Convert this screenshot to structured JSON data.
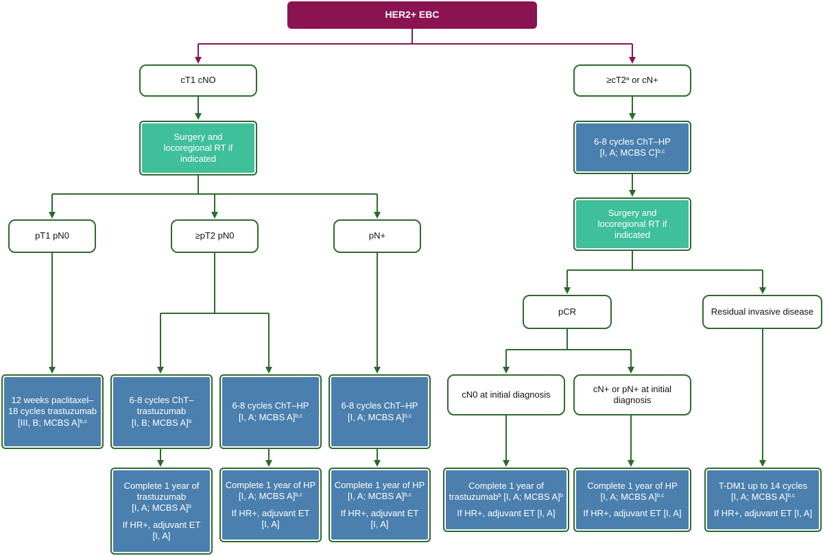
{
  "root": "HER2+ EBC",
  "left": {
    "stage": "cT1 cNO",
    "surgery": "Surgery and locoregional RT if indicated",
    "branches": {
      "pt1": "pT1 pN0",
      "pt2": "≥pT2 pN0",
      "pn": "pN+"
    },
    "pt1_treatment": {
      "l1": "12 weeks paclitaxel–",
      "l2": "18 cycles trastuzumab",
      "l3": "[III, B; MCBS A]",
      "sup": "b,c"
    },
    "pt2_trastuzumab": {
      "l1": "6-8 cycles ChT–",
      "l2": "trastuzumab",
      "l3": "[I, B; MCBS A]",
      "sup": "b"
    },
    "pt2_hp": {
      "l1": "6-8 cycles ChT–HP",
      "l2": "[I, A; MCBS A]",
      "sup": "b,c"
    },
    "pn_hp": {
      "l1": "6-8 cycles ChT–HP",
      "l2": "[I, A; MCBS A]",
      "sup": "b,c"
    },
    "adj_trastuzumab": {
      "l1": "Complete 1 year of",
      "l2": "trastuzumab",
      "l3": "[I, A; MCBS A]",
      "sup": "b",
      "l4": "If HR+, adjuvant ET",
      "l5": "[I, A]"
    },
    "adj_hp_1": {
      "l1": "Complete 1 year of HP",
      "l2": "[I, A; MCBS A]",
      "sup": "b,c",
      "l3": "If HR+, adjuvant ET",
      "l4": "[I, A]"
    },
    "adj_hp_2": {
      "l1": "Complete 1 year of HP",
      "l2": "[I, A; MCBS A]",
      "sup": "b,c",
      "l3": "If HR+, adjuvant ET",
      "l4": "[I, A]"
    }
  },
  "right": {
    "stage": {
      "pre": "≥cT2",
      "sup": "a",
      "post": " or cN+"
    },
    "neoadjuvant": {
      "l1": "6-8 cycles ChT–HP",
      "l2": "[I, A; MCBS C]",
      "sup": "b,c"
    },
    "surgery": "Surgery and locoregional RT if indicated",
    "pcr": "pCR",
    "residual": "Residual invasive disease",
    "cn0": "cN0 at initial diagnosis",
    "cnplus": "cN+ or pN+ at initial diagnosis",
    "adj_cn0": {
      "l1": "Complete 1 year of",
      "l2a": "trastuzumab",
      "sup1": "b",
      "l2b": " [I, A; MCBS A]",
      "sup2": "b",
      "l3": "If HR+, adjuvant ET [I, A]"
    },
    "adj_cnplus": {
      "l1": "Complete 1 year of HP",
      "l2": "[I, A; MCBS A]",
      "sup": "b,c",
      "l3": "If HR+, adjuvant ET [I, A]"
    },
    "adj_residual": {
      "l1": "T-DM1 up to 14 cycles",
      "l2": "[I, A; MCBS A]",
      "sup": "b,c",
      "l3": "If HR+, adjuvant ET [I, A]"
    }
  },
  "colors": {
    "root": "#8b1352",
    "connector": "#2d6a2d",
    "treatment": "#4a7fae",
    "surgery": "#3fbf9a"
  }
}
